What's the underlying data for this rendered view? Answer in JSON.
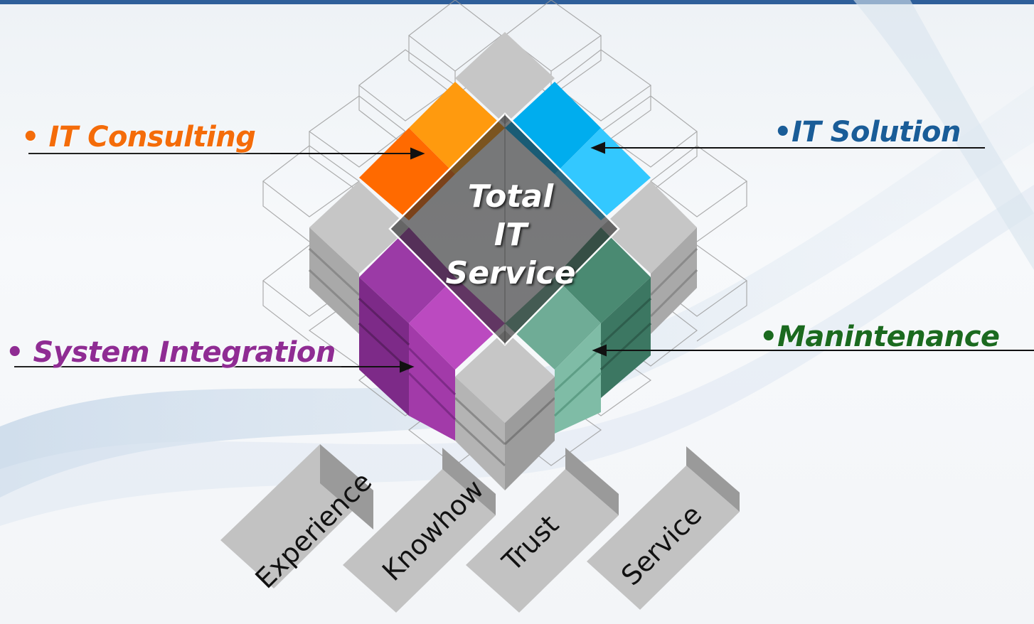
{
  "labels": {
    "consulting": "• IT Consulting",
    "solution": "•IT Solution",
    "system_integration": "• System Integration",
    "maintenance": "•Manintenance"
  },
  "center": {
    "line1": "Total",
    "line2": "IT",
    "line3": "Service"
  },
  "pillars": [
    "Experience",
    "Knowhow",
    "Trust",
    "Service"
  ],
  "colors": {
    "consulting": "#f46c0a",
    "solution": "#1a5d98",
    "system_integration": "#8f2c93",
    "maintenance": "#1b6a1f",
    "orange": "#ff9a0e",
    "orange_dark": "#ff6a00",
    "blue": "#00adee",
    "blue_light": "#33c8ff",
    "purple": "#9b3aa6",
    "purple_light": "#bb4ac0",
    "green": "#4a8a72",
    "green_light": "#6fac96",
    "gray": "#c6c6c6"
  }
}
